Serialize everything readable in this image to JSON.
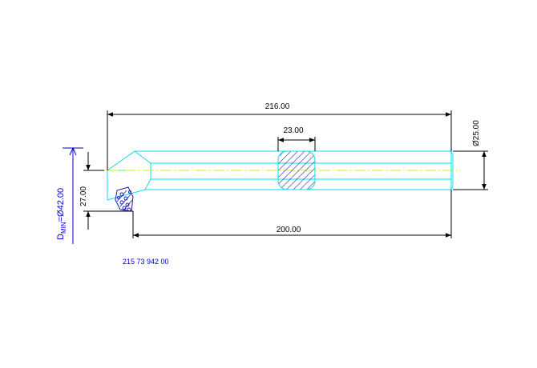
{
  "drawing": {
    "dims": {
      "overall_length": "216.00",
      "shank_length": "200.00",
      "section_width": "23.00",
      "shank_diameter": "Ø25.00",
      "edge_height": "27.00"
    },
    "dmin": {
      "prefix": "D",
      "subscript": "MIN",
      "value": "=Ø42.00"
    },
    "part_number": "215 73 942 00",
    "colors": {
      "outline": "#00e0f0",
      "centerline": "#e8e800",
      "dimension": "#000000",
      "hatch": "#2020b0",
      "annotation": "#0000cc",
      "background": "#ffffff"
    }
  }
}
